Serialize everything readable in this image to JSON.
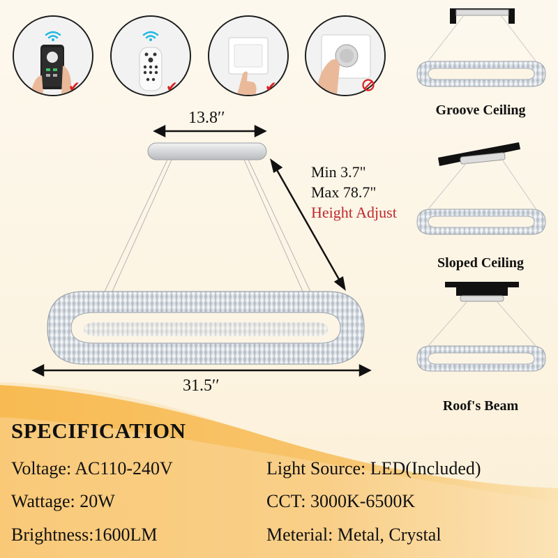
{
  "control_methods": [
    {
      "name": "app-control",
      "status": "supported"
    },
    {
      "name": "remote-control",
      "status": "supported"
    },
    {
      "name": "wall-switch",
      "status": "supported"
    },
    {
      "name": "dimmer-knob",
      "status": "not-supported"
    }
  ],
  "dimensions": {
    "canopy_width": "13.8′′",
    "ring_width": "31.5′′",
    "height_min": "Min 3.7\"",
    "height_max": "Max 78.7\"",
    "height_note": "Height Adjust"
  },
  "installations": [
    {
      "label": "Groove Ceiling"
    },
    {
      "label": "Sloped Ceiling"
    },
    {
      "label": "Roof's Beam"
    }
  ],
  "specification": {
    "title": "SPECIFICATION",
    "items": [
      "Voltage: AC110-240V",
      "Light Source: LED(Included)",
      "Wattage: 20W",
      "CCT: 3000K-6500K",
      "Brightness:1600LM",
      "Meterial: Metal, Crystal"
    ]
  },
  "colors": {
    "accent_red": "#c0272d",
    "check_red": "#d82020",
    "banner_orange": "#f6ad3a",
    "wifi_cyan": "#1cb8e0"
  }
}
